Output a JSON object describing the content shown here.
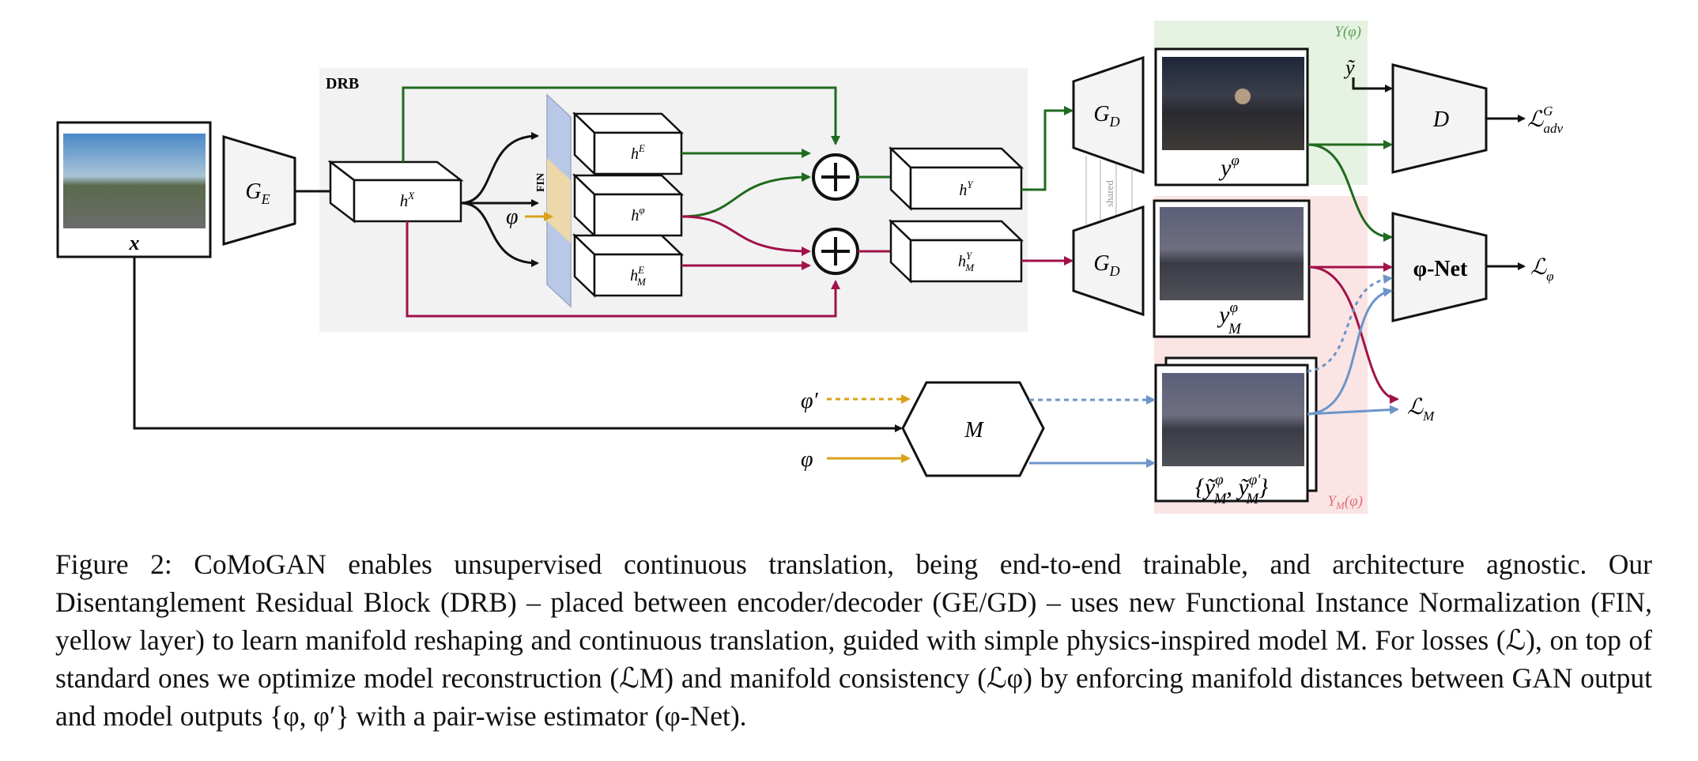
{
  "figure": {
    "drb_label": "DRB",
    "fin_label": "FIN",
    "shared_label": "shared",
    "input_label": "x",
    "encoder_label": "G",
    "encoder_sub": "E",
    "decoder_label": "G",
    "decoder_sub": "D",
    "hx_label": "h",
    "hx_sup": "X",
    "he_label": "h",
    "he_sup": "E",
    "hphi_label": "h",
    "hphi_sup": "φ",
    "hme_label": "h",
    "hme_sup": "E",
    "hme_sub": "M",
    "hy_label": "h",
    "hy_sup": "Y",
    "hmy_label": "h",
    "hmy_sup": "Y",
    "hmy_sub": "M",
    "phi_symbol": "φ",
    "phi_prime_symbol": "φ′",
    "model_label": "M",
    "y_phi_label": "y",
    "y_phi_sup": "φ",
    "ym_phi_label": "y",
    "ym_phi_sup": "φ",
    "ym_phi_sub": "M",
    "model_outputs_label": "{ỹ",
    "model_outputs_rest": ", ỹ",
    "model_outputs_close": "}",
    "y_tilde": "ỹ",
    "disc_label": "D",
    "loss_adv": "ℒ",
    "loss_adv_sup": "G",
    "loss_adv_sub": "adv",
    "phinet_label": "φ-Net",
    "loss_phi": "ℒ",
    "loss_phi_sub": "φ",
    "loss_m": "ℒ",
    "loss_m_sub": "M",
    "region_y": "Y(φ)",
    "region_ym": "Y",
    "region_ym_sub": "M",
    "region_ym_rest": "(φ)",
    "colors": {
      "green": "#1f6b1f",
      "crimson": "#a0124a",
      "gold": "#d9a21b",
      "blue": "#6d95c8",
      "green_bg": "#e6f2e2",
      "red_bg": "#fbe4e4",
      "drb_bg": "#f2f2f2"
    }
  },
  "caption": {
    "text": "Figure 2: CoMoGAN enables unsupervised continuous translation, being end-to-end trainable, and architecture agnostic. Our Disentanglement Residual Block (DRB) – placed between encoder/decoder (GE/GD) – uses new Functional Instance Normalization (FIN, yellow layer) to learn manifold reshaping and continuous translation, guided with simple physics-inspired model M. For losses (ℒ), on top of standard ones we optimize model reconstruction (ℒM) and manifold consistency (ℒφ) by enforcing manifold distances between GAN output and model outputs {φ, φ′} with a pair-wise estimator (φ-Net)."
  }
}
